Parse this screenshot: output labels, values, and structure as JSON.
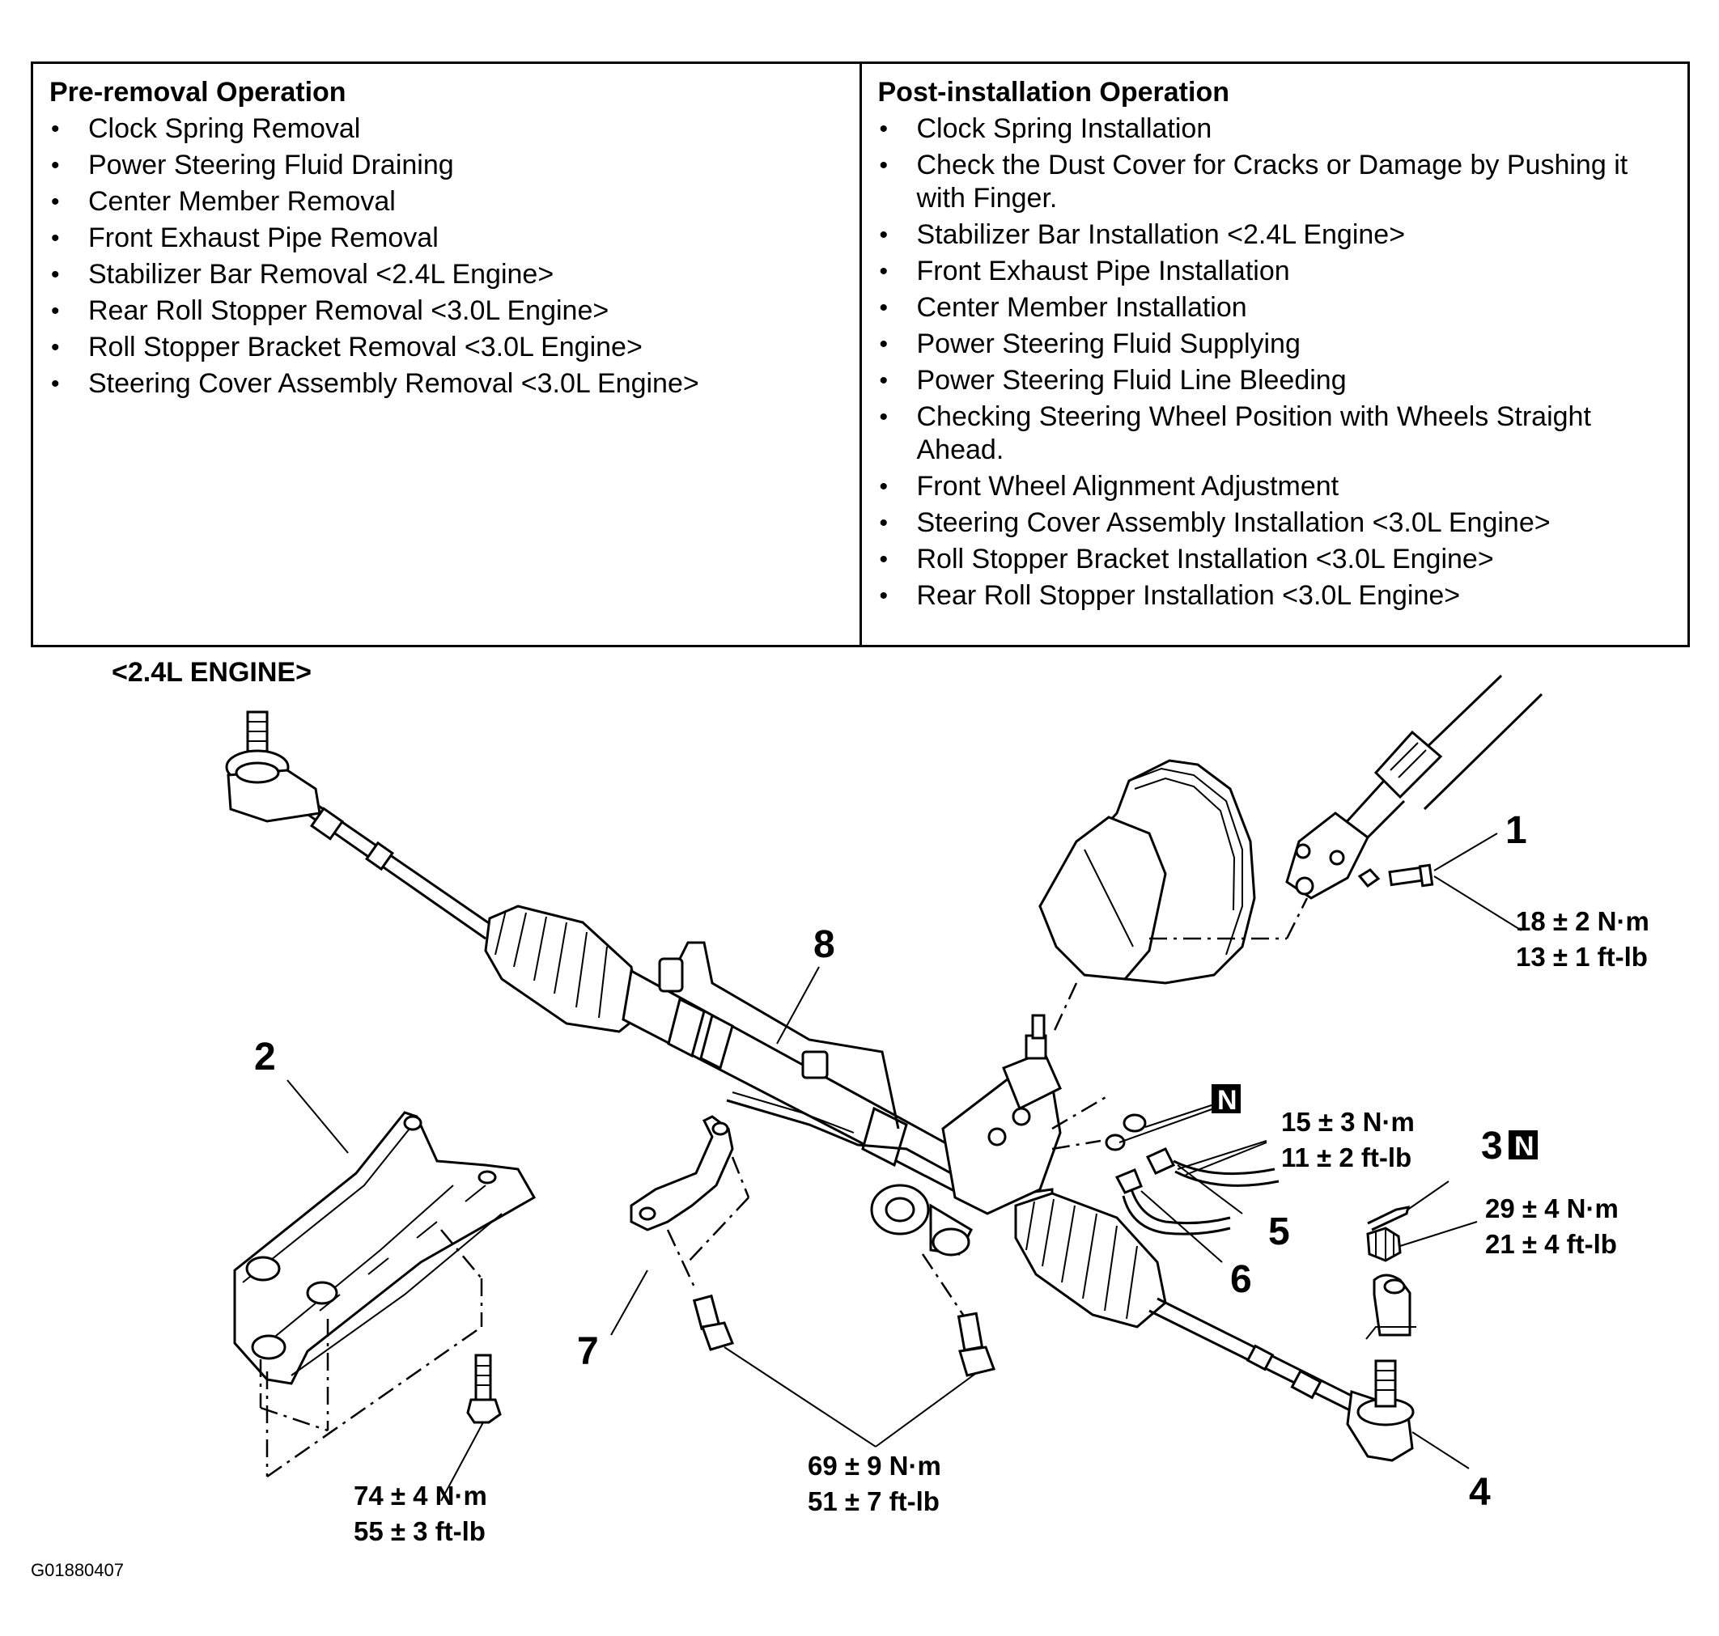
{
  "pre_removal": {
    "heading": "Pre-removal Operation",
    "items": [
      "Clock Spring Removal",
      "Power Steering Fluid Draining",
      "Center Member Removal",
      "Front Exhaust Pipe Removal",
      "Stabilizer Bar Removal <2.4L Engine>",
      "Rear Roll Stopper Removal <3.0L Engine>",
      "Roll Stopper Bracket Removal <3.0L Engine>",
      "Steering Cover Assembly Removal <3.0L Engine>"
    ]
  },
  "post_installation": {
    "heading": "Post-installation Operation",
    "items": [
      "Clock Spring Installation",
      "Check the Dust Cover for Cracks or Damage by Pushing it with Finger.",
      "Stabilizer Bar Installation <2.4L Engine>",
      "Front Exhaust Pipe Installation",
      "Center Member Installation",
      "Power Steering Fluid Supplying",
      "Power Steering Fluid Line Bleeding",
      "Checking Steering Wheel Position with Wheels Straight Ahead.",
      "Front Wheel Alignment Adjustment",
      "Steering Cover Assembly Installation <3.0L Engine>",
      "Roll Stopper Bracket Installation <3.0L Engine>",
      "Rear Roll Stopper Installation <3.0L Engine>"
    ]
  },
  "diagram": {
    "engine_label": "<2.4L ENGINE>",
    "callouts": [
      "1",
      "2",
      "3",
      "4",
      "5",
      "6",
      "7",
      "8"
    ],
    "new_part_badge": "N",
    "torques": {
      "t1": {
        "nm": "18 ± 2 N·m",
        "ftlb": "13 ± 1 ft-lb"
      },
      "t2": {
        "nm": "15 ± 3 N·m",
        "ftlb": "11 ± 2 ft-lb"
      },
      "t3": {
        "nm": "29 ± 4 N·m",
        "ftlb": "21 ± 4 ft-lb"
      },
      "t4": {
        "nm": "69 ± 9 N·m",
        "ftlb": "51 ± 7 ft-lb"
      },
      "t5": {
        "nm": "74 ± 4 N·m",
        "ftlb": "55 ± 3 ft-lb"
      }
    },
    "figure_id": "G01880407"
  }
}
